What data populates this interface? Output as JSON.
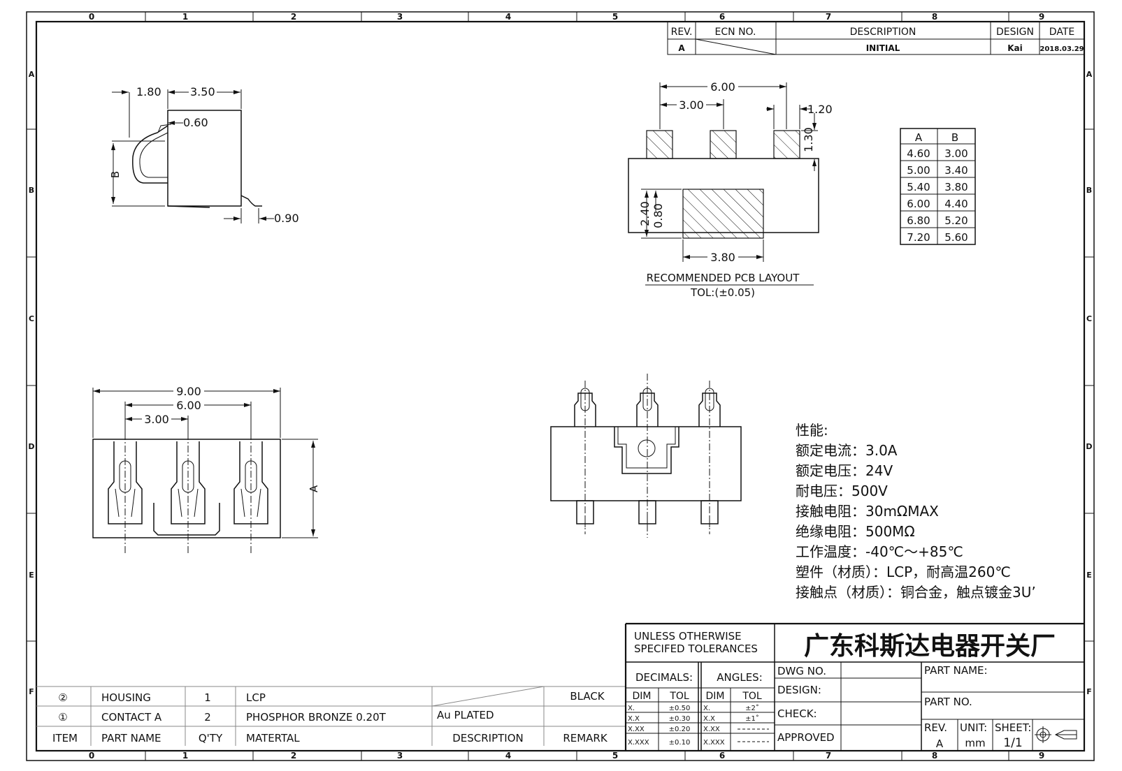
{
  "border": {
    "col_labels": [
      "0",
      "1",
      "2",
      "3",
      "4",
      "5",
      "6",
      "7",
      "8",
      "9"
    ],
    "row_labels": [
      "A",
      "B",
      "C",
      "D",
      "E",
      "F"
    ]
  },
  "revision_block": {
    "headers": {
      "rev": "REV.",
      "ecn": "ECN NO.",
      "description": "DESCRIPTION",
      "design": "DESIGN",
      "date": "DATE"
    },
    "row": {
      "rev": "A",
      "description": "INITIAL",
      "design": "Kai",
      "date": "2018.03.29"
    }
  },
  "side_view": {
    "dims": {
      "d1": "1.80",
      "d2": "3.50",
      "d3": "0.60",
      "d4": "0.90",
      "b_label": "B"
    }
  },
  "pcb_layout": {
    "dims": {
      "w": "6.00",
      "pitch": "3.00",
      "pad_w": "1.20",
      "pad_h": "1.30",
      "d_240": "2.40",
      "d_080": "0.80",
      "d_380": "3.80"
    },
    "title": "RECOMMENDED PCB LAYOUT",
    "tolerance": "TOL:(±0.05)"
  },
  "ab_table": {
    "headers": [
      "A",
      "B"
    ],
    "rows": [
      [
        "4.60",
        "3.00"
      ],
      [
        "5.00",
        "3.40"
      ],
      [
        "5.40",
        "3.80"
      ],
      [
        "6.00",
        "4.40"
      ],
      [
        "6.80",
        "5.20"
      ],
      [
        "7.20",
        "5.60"
      ]
    ]
  },
  "front_view": {
    "dims": {
      "w": "9.00",
      "w2": "6.00",
      "pitch": "3.00",
      "a_label": "A"
    }
  },
  "specs": {
    "lines": [
      "性能:",
      "额定电流：3.0A",
      "额定电压：24V",
      "耐电压：500V",
      "接触电阻：30mΩMAX",
      "绝缘电阻：500MΩ",
      "工作温度：-40℃～+85℃",
      "塑件（材质）：LCP，耐高温260℃",
      "接触点（材质）：铜合金，触点镀金3U’"
    ]
  },
  "bom": {
    "rows": [
      {
        "item": "②",
        "name": "HOUSING",
        "qty": "1",
        "material": "LCP",
        "description": "",
        "remark": "BLACK"
      },
      {
        "item": "①",
        "name": "CONTACT A",
        "qty": "2",
        "material": "PHOSPHOR BRONZE 0.20T",
        "description": "Au PLATED",
        "remark": ""
      }
    ],
    "header": {
      "item": "ITEM",
      "name": "PART NAME",
      "qty": "Q'TY",
      "material": "MATERTAL",
      "description": "DESCRIPTION",
      "remark": "REMARK"
    }
  },
  "title_block": {
    "tolerance_note_1": "UNLESS OTHERWISE",
    "tolerance_note_2": "SPECIFED TOLERANCES",
    "company": "广东科斯达电器开关厂",
    "decimals": "DECIMALS:",
    "angles": "ANGLES:",
    "dim": "DIM",
    "tol": "TOL",
    "dec_rows": [
      [
        "X.",
        "±0.50"
      ],
      [
        "X.X",
        "±0.30"
      ],
      [
        "X.XX",
        "±0.20"
      ],
      [
        "X.XXX",
        "±0.10"
      ]
    ],
    "ang_rows": [
      [
        "X.",
        "±2˚"
      ],
      [
        "X.X",
        "±1˚"
      ],
      [
        "X.XX",
        ""
      ],
      [
        "X.XXX",
        ""
      ]
    ],
    "dwg_no": "DWG NO.",
    "design": "DESIGN:",
    "check": "CHECK:",
    "approved": "APPROVED",
    "part_name": "PART NAME:",
    "part_no": "PART NO.",
    "rev_label": "REV.",
    "rev_value": "A",
    "unit_label": "UNIT:",
    "unit_value": "mm",
    "sheet_label": "SHEET:",
    "sheet_value": "1/1"
  }
}
